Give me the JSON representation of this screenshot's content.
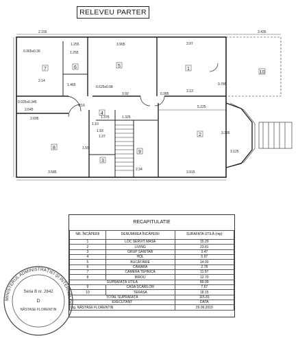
{
  "plan_title": "RELEVEU PARTER",
  "rooms": {
    "r1": "1",
    "r2": "2",
    "r3": "3",
    "r4": "4",
    "r5": "5",
    "r6": "6",
    "r7": "7",
    "r8": "8",
    "r9": "9",
    "r10": "10"
  },
  "dims": {
    "d_top_left": "2.155",
    "d_top_1255": "1.255",
    "d_3905": "3.905",
    "d_397": "3.97",
    "d_3435": "3.435",
    "d_win": "0.365x0.36",
    "d_214": "2.14",
    "d_1465": "1.465",
    "d_0625": "0.625x0.98",
    "d_392": "3.92",
    "d_0385": "0.385",
    "d_313": "3.13",
    "d_5225": "5.225",
    "d_2645": "2.645",
    "d_2695": "2.695",
    "d_0025": "0.025x0.345",
    "d_3585": "3.585",
    "d_3915": "3.915",
    "d_234": "2.34",
    "d_1375": "1.375",
    "d_1325": "1.325",
    "d_3335": "3.335",
    "d_3125": "3.125",
    "d_1255b": "1.255",
    "d_0785": "0.785",
    "d_193": "1.93",
    "d_110": "1.10",
    "d_416": "4.16",
    "d_137": "1.37",
    "d_155": "1.55"
  },
  "table": {
    "caption": "RECAPITULATIE",
    "headers": {
      "nr": "NR. ÎNCĂPERII",
      "den": "DENUMIREA ÎNCĂPERII",
      "sup": "SURAFATA UTILĂ (mp)"
    },
    "rows": [
      {
        "nr": "1",
        "den": "LOC SERVIT MASA",
        "sup": "15.29"
      },
      {
        "nr": "2",
        "den": "LIVING",
        "sup": "23.81"
      },
      {
        "nr": "3",
        "den": "GRUP SANITAR",
        "sup": "3.47"
      },
      {
        "nr": "4",
        "den": "HOL",
        "sup": "5.97"
      },
      {
        "nr": "5",
        "den": "BUCĂTĂRIE",
        "sup": "14.00"
      },
      {
        "nr": "6",
        "den": "CĂMARĂ",
        "sup": "2.78"
      },
      {
        "nr": "7",
        "den": "CAMERA TEHNICĂ",
        "sup": "11.97"
      },
      {
        "nr": "8",
        "den": "BIROU",
        "sup": "12.70"
      }
    ],
    "sup_util_label": "SUPRAFAȚĂ UTILĂ",
    "sup_util_val": "89.99",
    "rows2": [
      {
        "nr": "9",
        "den": "CASA SCĂRILOR",
        "sup": "7.67"
      },
      {
        "nr": "10",
        "den": "TERASA",
        "sup": "18.15"
      }
    ],
    "total_label": "TOTAL SUPRAFAȚĂ",
    "total_val": "115.81",
    "exec_label": "EXECUTANT",
    "data_label": "DATA",
    "engineer": "Ing. NĂSTASE FLORENTIN",
    "date": "29.06.2010"
  },
  "stamp": {
    "ring": "MINISTERUL ADMINISTRAȚIEI ȘI INTERNELOR",
    "series": "Seria B nr. 2842",
    "name": "NĂSTASE FLORENTIN",
    "cat": "D"
  }
}
